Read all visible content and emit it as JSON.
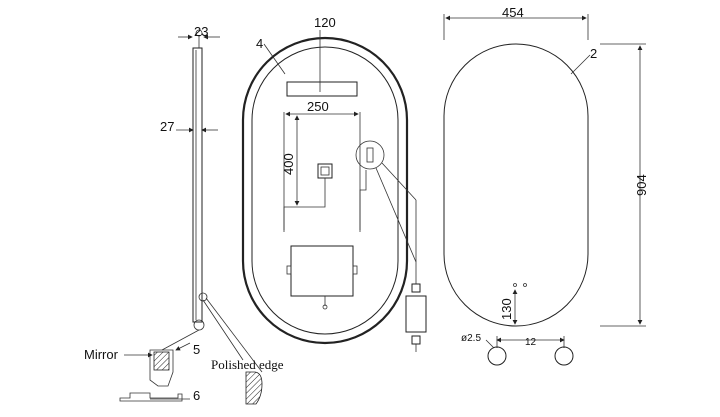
{
  "side_view": {
    "dim_thickness": "23",
    "dim_offset": "27",
    "label_mirror": "Mirror",
    "dim_detail_top": "5",
    "dim_detail_bottom": "6",
    "label_polished_edge": "Polished edge"
  },
  "back_view": {
    "dim_strip_width": "120",
    "callout_frame": "4",
    "dim_panel_width": "250",
    "dim_panel_height": "400"
  },
  "front_view": {
    "dim_overall_width": "454",
    "callout_radius": "2",
    "dim_overall_height": "904",
    "dim_sensor_height": "130",
    "dim_hole_diameter": "ø2.5",
    "dim_hole_spacing": "12"
  }
}
